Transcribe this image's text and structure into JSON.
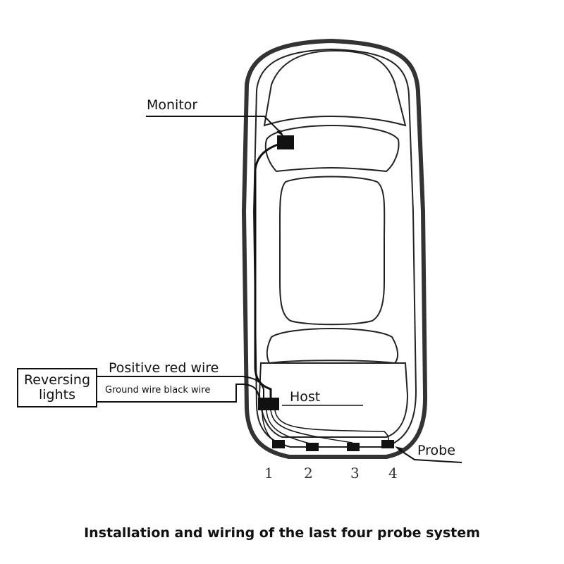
{
  "labels": {
    "monitor": "Monitor",
    "host": "Host",
    "probe": "Probe",
    "positive_wire": "Positive red wire",
    "ground_wire": "Ground wire black wire",
    "reversing_lights": "Reversing lights"
  },
  "probe_numbers": [
    "1",
    "2",
    "3",
    "4"
  ],
  "caption": "Installation and wiring of the last four probe system"
}
